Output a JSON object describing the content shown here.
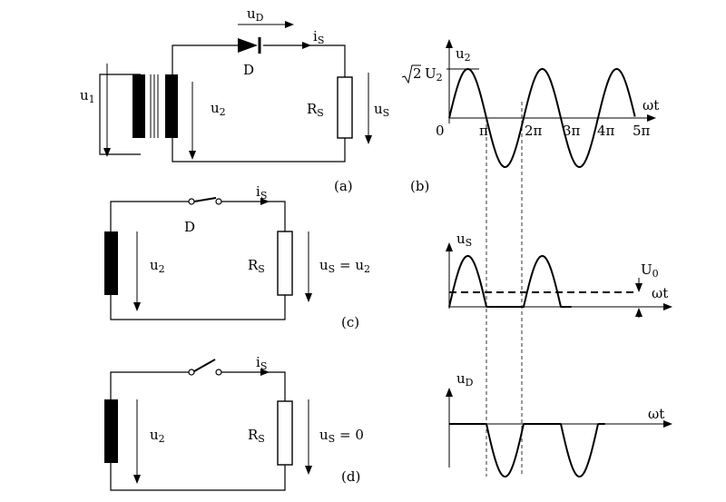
{
  "colors": {
    "ink": "#000000",
    "paper": "#ffffff"
  },
  "labels": {
    "a": {
      "u1": "u",
      "u1_sub": "1",
      "u2": "u",
      "u2_sub": "2",
      "uD": "u",
      "uD_sub": "D",
      "iS": "i",
      "iS_sub": "S",
      "D": "D",
      "RS": "R",
      "RS_sub": "S",
      "uS": "u",
      "uS_sub": "S",
      "caption": "(a)"
    },
    "b": {
      "ylabel": "u",
      "ylabel_sub": "2",
      "amp_root": "2",
      "amp": "U",
      "amp_sub": "2",
      "xlabel": "ωt",
      "ticks": [
        "0",
        "π",
        "2π",
        "3π",
        "4π",
        "5π"
      ],
      "caption": "(b)"
    },
    "c": {
      "iS": "i",
      "iS_sub": "S",
      "D": "D",
      "u2": "u",
      "u2_sub": "2",
      "RS": "R",
      "RS_sub": "S",
      "eq_left": "u",
      "eq_left_sub": "S",
      "eq_mid": " = u",
      "eq_right_sub": "2",
      "caption": "(c)"
    },
    "cwave": {
      "ylabel": "u",
      "ylabel_sub": "S",
      "avg": "U",
      "avg_sub": "0",
      "xlabel": "ωt"
    },
    "d": {
      "iS": "i",
      "iS_sub": "S",
      "u2": "u",
      "u2_sub": "2",
      "RS": "R",
      "RS_sub": "S",
      "eq_left": "u",
      "eq_left_sub": "S",
      "eq_right": " = 0",
      "caption": "(d)"
    },
    "dwave": {
      "ylabel": "u",
      "ylabel_sub": "D",
      "xlabel": "ωt"
    }
  }
}
